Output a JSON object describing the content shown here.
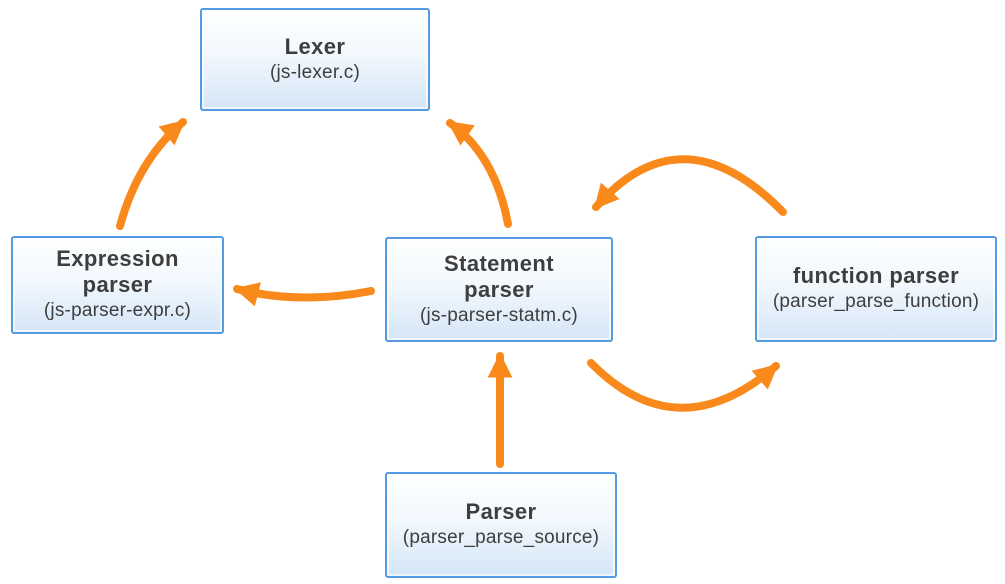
{
  "diagram": {
    "description": "Parser architecture diagram",
    "nodes": [
      {
        "id": "lexer",
        "title_lines": [
          "Lexer"
        ],
        "subtitle": "(js-lexer.c)"
      },
      {
        "id": "expression-parser",
        "title_lines": [
          "Expression",
          "parser"
        ],
        "subtitle": "(js-parser-expr.c)"
      },
      {
        "id": "statement-parser",
        "title_lines": [
          "Statement",
          "parser"
        ],
        "subtitle": "(js-parser-statm.c)"
      },
      {
        "id": "function-parser",
        "title_lines": [
          "function parser"
        ],
        "subtitle": "(parser_parse_function)"
      },
      {
        "id": "parser",
        "title_lines": [
          "Parser"
        ],
        "subtitle": "(parser_parse_source)"
      }
    ],
    "edges": [
      {
        "from": "expression-parser",
        "to": "lexer",
        "style": "curved"
      },
      {
        "from": "statement-parser",
        "to": "lexer",
        "style": "curved"
      },
      {
        "from": "statement-parser",
        "to": "expression-parser",
        "style": "curved"
      },
      {
        "from": "function-parser",
        "to": "statement-parser",
        "style": "arc-over-top"
      },
      {
        "from": "statement-parser",
        "to": "function-parser",
        "style": "arc-under-bottom"
      },
      {
        "from": "parser",
        "to": "statement-parser",
        "style": "straight"
      }
    ]
  },
  "colors": {
    "arrow_color": "#F8891A",
    "box_border": "#549BE3",
    "box_fill_top": "#FEFFFF",
    "box_fill_mid": "#F2F8FD",
    "box_fill_bottom": "#D5E6F7",
    "text_color": "#3E3E3E",
    "bg_color": "#FFFFFF"
  }
}
